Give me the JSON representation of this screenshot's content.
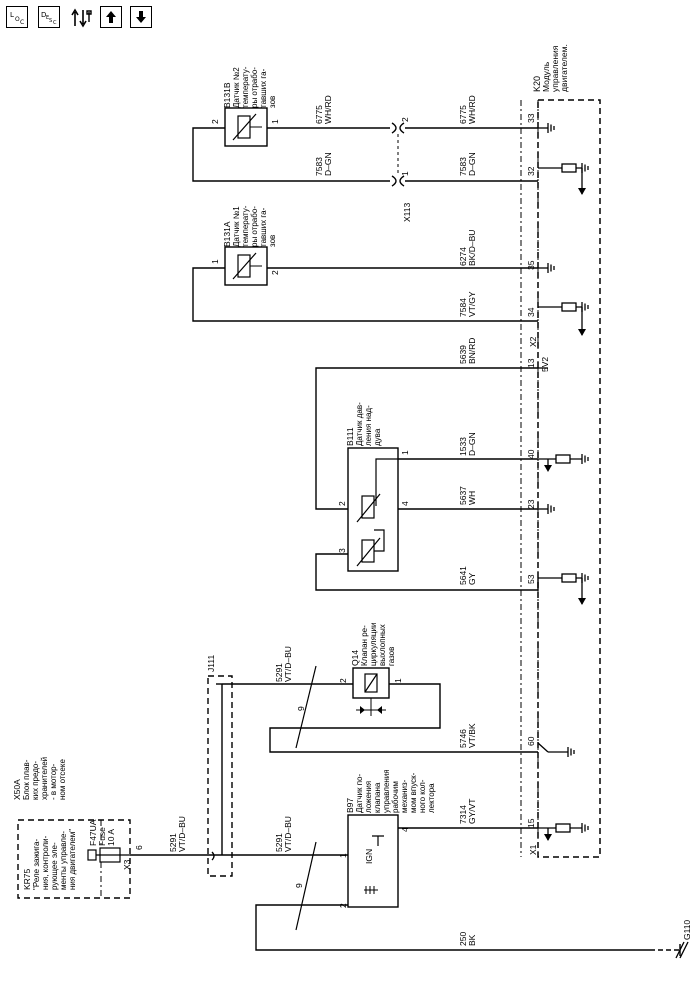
{
  "toolbar": {
    "loc_label": "LOC",
    "desc_label": "DESC",
    "arrow_up_label": "arrow-up",
    "arrow_down_label": "arrow-down"
  },
  "components": {
    "x50a": {
      "id": "X50A",
      "desc": [
        "Блок плав-",
        "ких предо-",
        "хранителей",
        "- в мотор-",
        "ном отсеке"
      ],
      "kr75": "KR75",
      "kr75_desc": [
        "\"Реле зажига-",
        "ния, контроли-",
        "рующее эле-",
        "менты управле-",
        "ния двигателем\""
      ],
      "fuse_id": "F47UA",
      "fuse_label": "Fuse",
      "fuse_rating": "10 A"
    },
    "b97": {
      "id": "B97",
      "desc": [
        "Датчик по-",
        "ложения",
        "клапана",
        "управления",
        "рабочим",
        "механиз-",
        "мом впуск-",
        "ного кол-",
        "лектора"
      ],
      "ign": "IGN"
    },
    "q14": {
      "id": "Q14",
      "desc": [
        "Клапан ре-",
        "циркуляции",
        "выхлопных",
        "газов"
      ]
    },
    "b111": {
      "id": "B111",
      "desc": [
        "Датчик дав-",
        "ления над-",
        "дува"
      ]
    },
    "b131a": {
      "id": "B131A",
      "desc": [
        "Датчик №1",
        "температу-",
        "ры отрабо-",
        "тавших га-",
        "зов"
      ]
    },
    "b131b": {
      "id": "B131B",
      "desc": [
        "Датчик №2",
        "температу-",
        "ры отрабо-",
        "тавших га-",
        "зов"
      ]
    },
    "k20": {
      "id": "K20",
      "desc": [
        "Модуль",
        "управления",
        "двигателем."
      ],
      "v5": "5V2"
    },
    "j111": "J111",
    "x113": "X113",
    "g110": "G110"
  },
  "connectors": {
    "x1": "X1",
    "x2": "X2",
    "x3": "X3"
  },
  "pins": {
    "x3_6": "6",
    "b97_1": "1",
    "b97_2": "2",
    "b97_4": "4",
    "q14_2": "2",
    "q14_1": "1",
    "b111_1": "1",
    "b111_2": "2",
    "b111_3": "3",
    "b111_4": "4",
    "b131a_1": "1",
    "b131a_2": "2",
    "b131b_2": "2",
    "b131b_1": "1",
    "x113_2": "2",
    "x113_1": "1",
    "k20_33": "33",
    "k20_32": "32",
    "k20_35": "35",
    "k20_34": "34",
    "k20_13": "13",
    "k20_40": "40",
    "k20_23": "23",
    "k20_53": "53",
    "k20_60": "60",
    "k20_15": "15"
  },
  "twist_label": "9",
  "wires": {
    "w250": {
      "num": "250",
      "color": "BK"
    },
    "w5291a": {
      "num": "5291",
      "color": "VT/D–BU"
    },
    "w5291b": {
      "num": "5291",
      "color": "VT/D–BU"
    },
    "w5291c": {
      "num": "5291",
      "color": "VT/D–BU"
    },
    "w7314": {
      "num": "7314",
      "color": "GY/VT"
    },
    "w5746": {
      "num": "5746",
      "color": "VT/BK"
    },
    "w5641": {
      "num": "5641",
      "color": "GY"
    },
    "w5637": {
      "num": "5637",
      "color": "WH"
    },
    "w1533": {
      "num": "1533",
      "color": "D–GN"
    },
    "w5639": {
      "num": "5639",
      "color": "BN/RD"
    },
    "w7584": {
      "num": "7584",
      "color": "VT/GY"
    },
    "w6274": {
      "num": "6274",
      "color": "BK/D–BU"
    },
    "w7583a": {
      "num": "7583",
      "color": "D–GN"
    },
    "w7583b": {
      "num": "7583",
      "color": "D–GN"
    },
    "w6775a": {
      "num": "6775",
      "color": "WH/RD"
    },
    "w6775b": {
      "num": "6775",
      "color": "WH/RD"
    }
  }
}
